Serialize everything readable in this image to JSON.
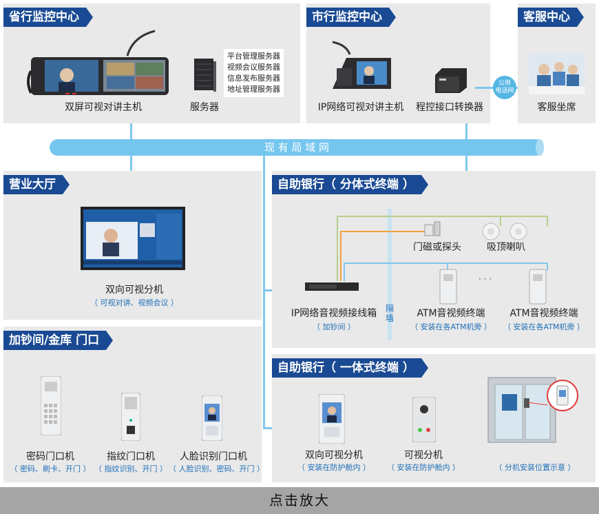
{
  "panels": {
    "province": {
      "title": "省行监控中心",
      "device1": "双屏可视对讲主机",
      "device2": "服务器",
      "servers": [
        "平台管理服务器",
        "视频会议服务器",
        "信息发布服务器",
        "地址管理服务器"
      ]
    },
    "city": {
      "title": "市行监控中心",
      "device1": "IP网络可视对讲主机",
      "device2": "程控接口转换器",
      "tag": "公用\n电话网"
    },
    "service": {
      "title": "客服中心",
      "device1": "客服坐席"
    },
    "lan": {
      "label": "现 有 局 域 网"
    },
    "hall": {
      "title": "营业大厅",
      "device1": "双向可视分机",
      "sub1": "（ 可视对讲、视频会议 ）"
    },
    "vault": {
      "title": "加钞间/金库 门口",
      "devices": [
        {
          "label": "密码门口机",
          "sub": "（ 密码、刷卡、开门 ）"
        },
        {
          "label": "指纹门口机",
          "sub": "（ 指纹识别、开门 ）"
        },
        {
          "label": "人脸识别门口机",
          "sub": "（ 人脸识别、密码、开门 ）"
        }
      ]
    },
    "bank_split": {
      "title": "自助银行（ 分体式终端 ）",
      "door": "门磁或探头",
      "speaker": "吸顶喇叭",
      "box": "IP网络音视频接线箱",
      "box_sub": "（ 加钞间 ）",
      "wall": "隔\n墙",
      "dots": "· · ·",
      "atm1": "ATM音视频终端",
      "atm1_sub": "（ 安装在各ATM机旁 ）",
      "atm2": "ATM音视频终端",
      "atm2_sub": "（ 安装在各ATM机旁 ）"
    },
    "bank_integrated": {
      "title": "自助银行（ 一体式终端 ）",
      "devices": [
        {
          "label": "双向可视分机",
          "sub": "（ 安装在防护舱内 ）"
        },
        {
          "label": "可视分机",
          "sub": "（ 安装在防护舱内 ）"
        },
        {
          "label": "",
          "sub": "（ 分机安装位置示意 ）"
        }
      ]
    }
  },
  "footer": {
    "label": "点击放大"
  },
  "colors": {
    "title_bg": "#1a4a93",
    "panel_bg": "#e9e9ea",
    "lan": "#7ec8ec",
    "sub_text": "#1e6fb8",
    "wire_orange": "#f0a23a",
    "wire_green": "#b7cf8a",
    "wire_blue": "#7ec8ec"
  }
}
